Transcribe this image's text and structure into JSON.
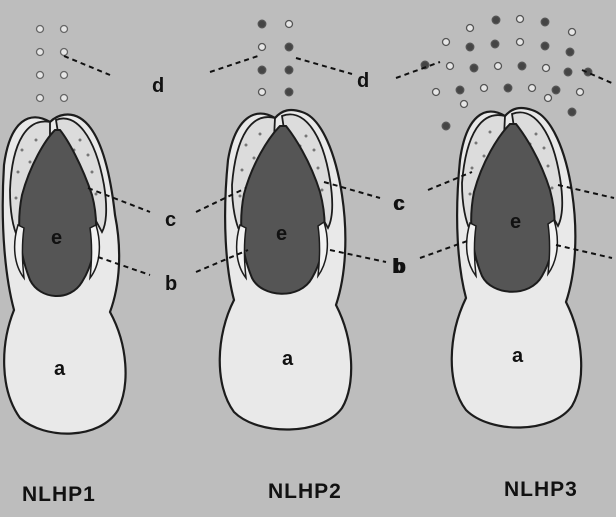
{
  "colors": {
    "background": "#bdbdbd",
    "cell_outline": "#1c1c1c",
    "cell_fill": "#e9e9e9",
    "light_region": "#dcdcdc",
    "dark_region": "#555555",
    "granule_dark": "#454545",
    "granule_light": "#e6e6e6"
  },
  "panels": [
    {
      "caption": "NLHP1",
      "labels": {
        "a": "a",
        "b": "b",
        "c": "c",
        "d": "d",
        "e": "e"
      }
    },
    {
      "caption": "NLHP2",
      "labels": {
        "a": "a",
        "b": "b",
        "c": "c",
        "d": "d",
        "e": "e"
      }
    },
    {
      "caption": "NLHP3",
      "labels": {
        "a": "a",
        "b": "b",
        "c": "c",
        "e": "e"
      }
    }
  ]
}
